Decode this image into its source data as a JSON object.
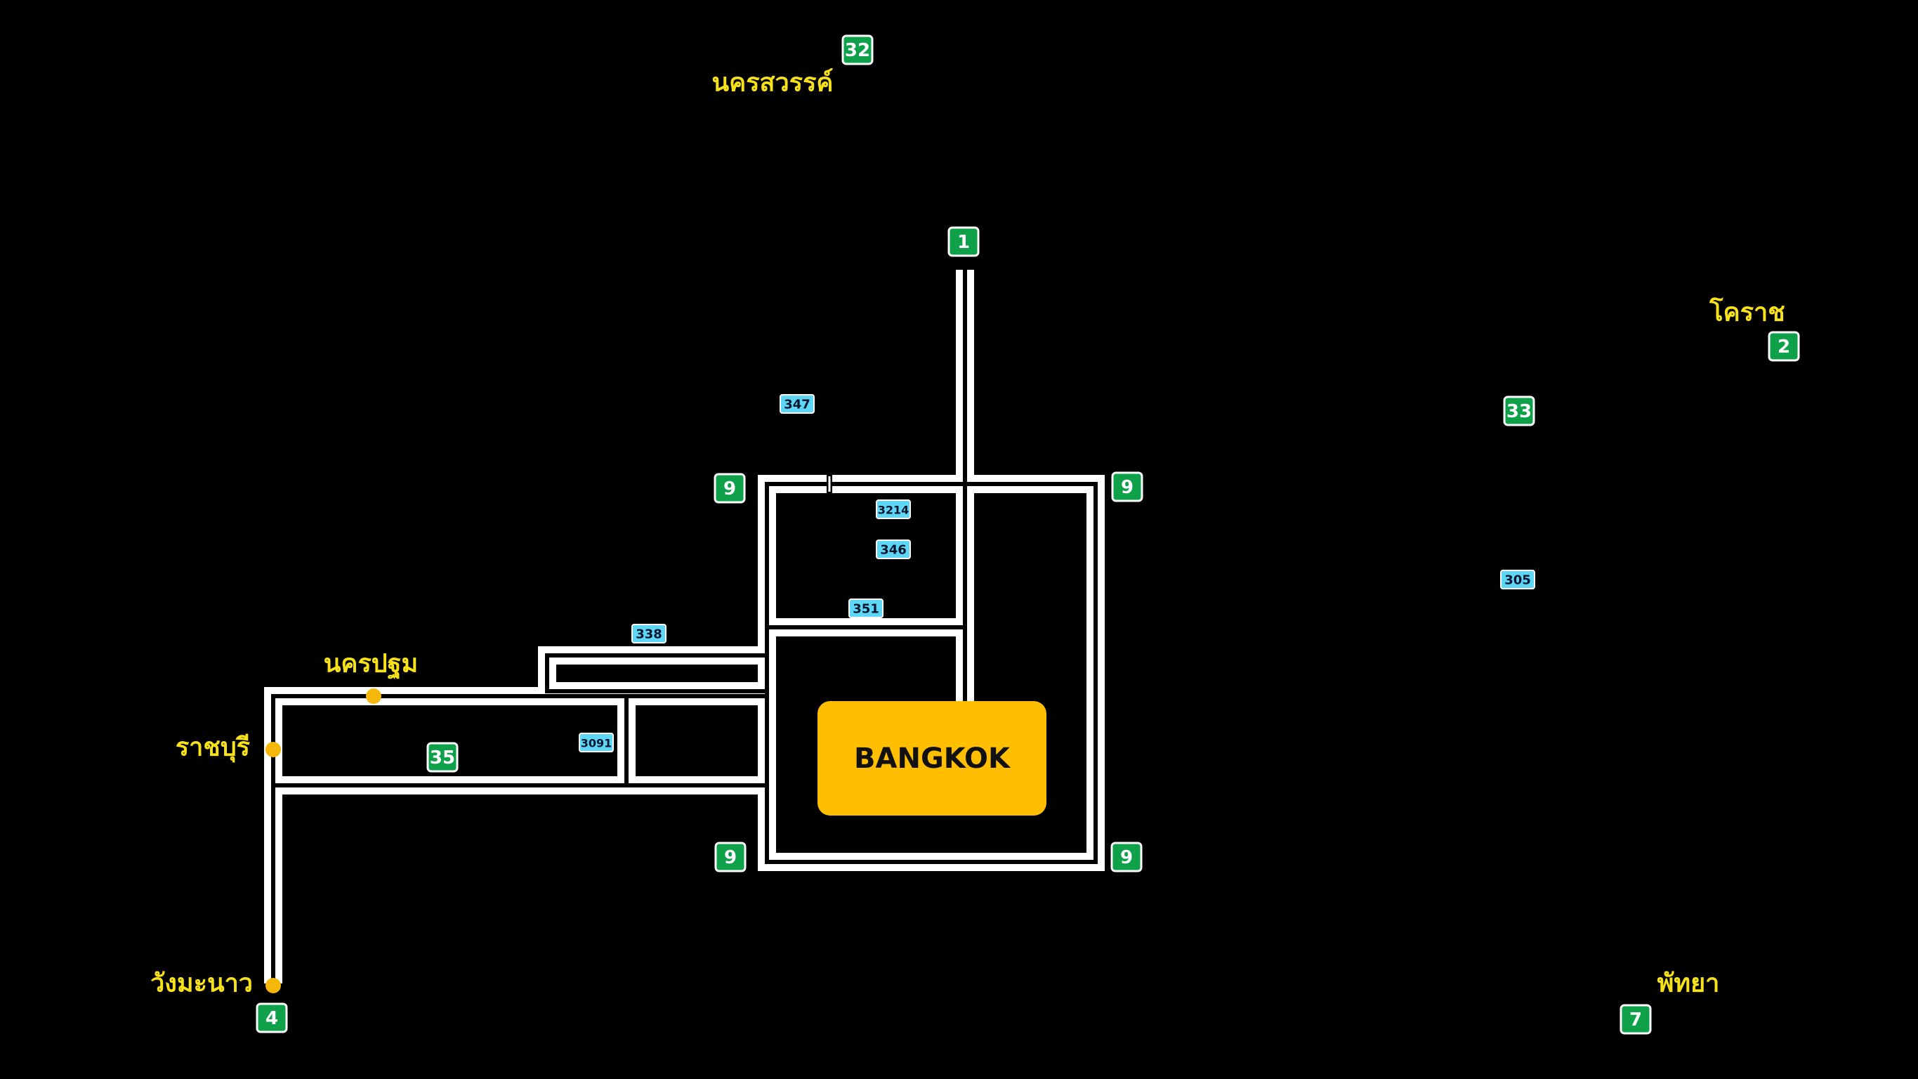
{
  "map": {
    "center_label": "BANGKOK",
    "colors": {
      "background": "#000000",
      "road": "#ffffff",
      "city_label": "#f7e11a",
      "city_dot": "#f5b70a",
      "center_box": "#ffbe00",
      "highway_shield": "#0fa04a",
      "route_shield": "#5ed6f5"
    },
    "places": [
      {
        "name": "นครสวรรค์"
      },
      {
        "name": "โคราช"
      },
      {
        "name": "นครปฐม"
      },
      {
        "name": "ราชบุรี"
      },
      {
        "name": "วังมะนาว"
      },
      {
        "name": "พัทยา"
      }
    ],
    "highways": [
      {
        "number": "32"
      },
      {
        "number": "1"
      },
      {
        "number": "2"
      },
      {
        "number": "33"
      },
      {
        "number": "9"
      },
      {
        "number": "9"
      },
      {
        "number": "9"
      },
      {
        "number": "9"
      },
      {
        "number": "35"
      },
      {
        "number": "4"
      },
      {
        "number": "7"
      }
    ],
    "routes": [
      {
        "number": "347"
      },
      {
        "number": "3214"
      },
      {
        "number": "346"
      },
      {
        "number": "351"
      },
      {
        "number": "338"
      },
      {
        "number": "3091"
      },
      {
        "number": "305"
      }
    ]
  }
}
